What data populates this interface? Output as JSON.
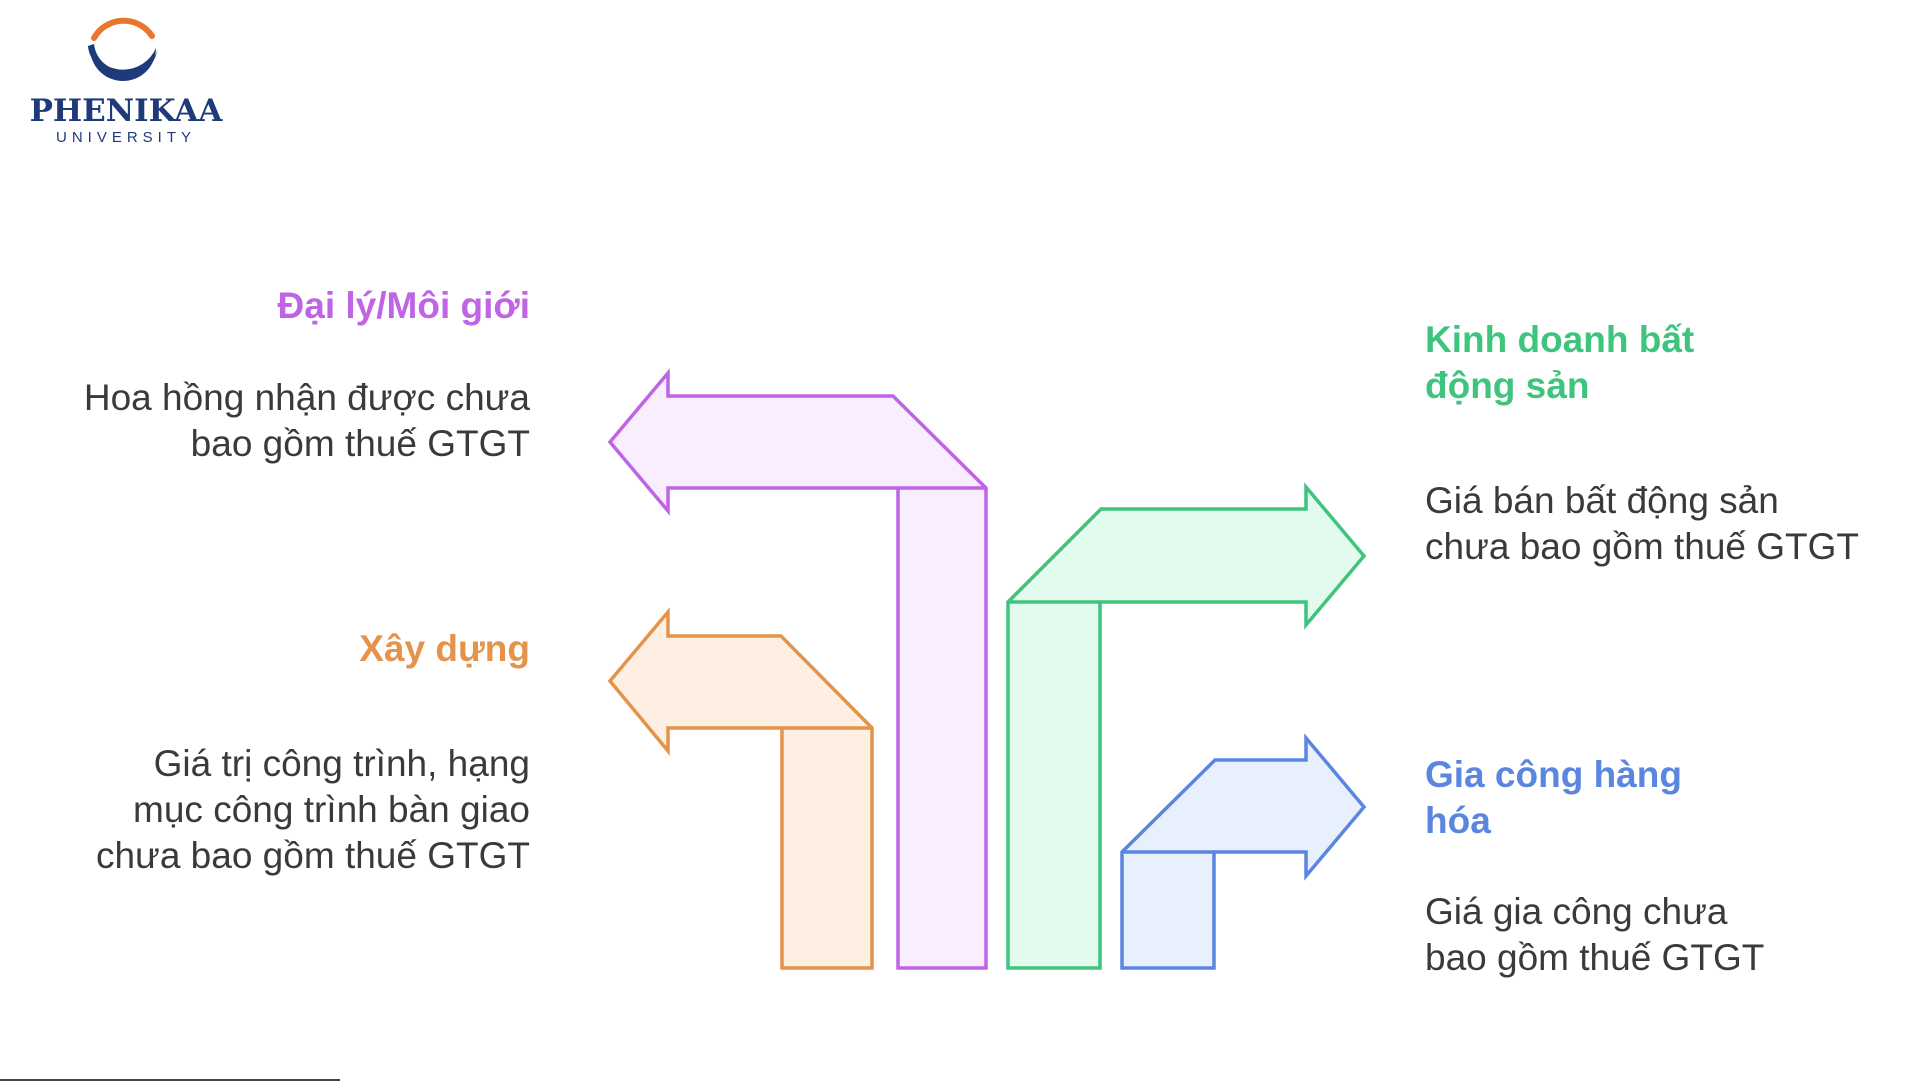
{
  "logo": {
    "name": "PHENIKAA",
    "subtitle": "UNIVERSITY"
  },
  "colors": {
    "agency_stroke": "#c064e6",
    "agency_fill": "#f8eefd",
    "construction_stroke": "#e5934a",
    "construction_fill": "#fdf0e3",
    "realestate_stroke": "#3fc47e",
    "realestate_fill": "#e3fbee",
    "processing_stroke": "#5a86e0",
    "processing_fill": "#e9f0fd",
    "logo_navy": "#1f3a7a",
    "logo_orange": "#e8772e"
  },
  "items": {
    "agency": {
      "title": "Đại lý/Môi giới",
      "desc_line1": "Hoa hồng nhận được chưa",
      "desc_line2": "bao gồm thuế GTGT",
      "direction": "left"
    },
    "construction": {
      "title": "Xây dựng",
      "desc_line1": "Giá trị công trình, hạng",
      "desc_line2": "mục công trình bàn giao",
      "desc_line3": "chưa bao gồm thuế GTGT",
      "direction": "left"
    },
    "realestate": {
      "title_line1": "Kinh doanh bất",
      "title_line2": "động sản",
      "desc_line1": "Giá bán bất động sản",
      "desc_line2": "chưa bao gồm thuế GTGT",
      "direction": "right"
    },
    "processing": {
      "title_line1": "Gia công hàng",
      "title_line2": "hóa",
      "desc_line1": "Giá gia công chưa",
      "desc_line2": "bao gồm thuế GTGT",
      "direction": "right"
    }
  }
}
